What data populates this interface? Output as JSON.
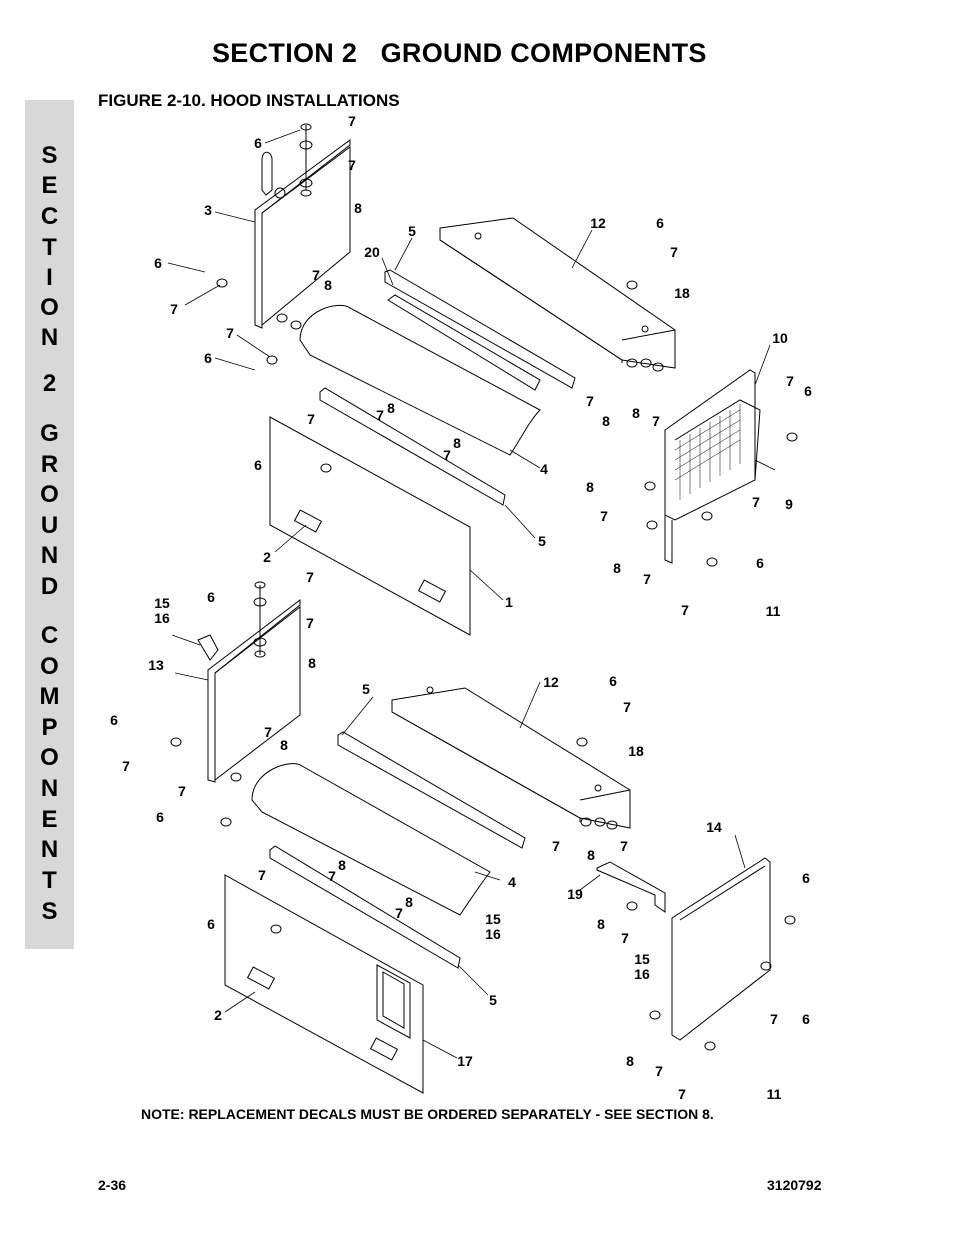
{
  "header": {
    "section_title": "SECTION 2   GROUND COMPONENTS",
    "figure_title": "FIGURE 2-10.  HOOD INSTALLATIONS"
  },
  "side_tab": {
    "letters": [
      "S",
      "E",
      "C",
      "T",
      "I",
      "O",
      "N",
      "",
      "2",
      "",
      "G",
      "R",
      "O",
      "U",
      "N",
      "D",
      "",
      "C",
      "O",
      "M",
      "P",
      "O",
      "N",
      "E",
      "N",
      "T",
      "S"
    ]
  },
  "callouts": [
    {
      "id": "c1",
      "text": "6"
    },
    {
      "id": "c2",
      "text": "7"
    },
    {
      "id": "c3",
      "text": "7"
    },
    {
      "id": "c4",
      "text": "3"
    },
    {
      "id": "c5",
      "text": "8"
    },
    {
      "id": "c6",
      "text": "6"
    },
    {
      "id": "c7",
      "text": "7"
    },
    {
      "id": "c8",
      "text": "8"
    },
    {
      "id": "c9",
      "text": "7"
    },
    {
      "id": "c10",
      "text": "20"
    },
    {
      "id": "c11",
      "text": "5"
    },
    {
      "id": "c12",
      "text": "12"
    },
    {
      "id": "c13",
      "text": "6"
    },
    {
      "id": "c14",
      "text": "7"
    },
    {
      "id": "c15",
      "text": "18"
    },
    {
      "id": "c16",
      "text": "7"
    },
    {
      "id": "c17",
      "text": "6"
    },
    {
      "id": "c18",
      "text": "8"
    },
    {
      "id": "c19",
      "text": "7"
    },
    {
      "id": "c20",
      "text": "7"
    },
    {
      "id": "c21",
      "text": "8"
    },
    {
      "id": "c22",
      "text": "7"
    },
    {
      "id": "c23",
      "text": "6"
    },
    {
      "id": "c24",
      "text": "4"
    },
    {
      "id": "c25",
      "text": "7"
    },
    {
      "id": "c26",
      "text": "8"
    },
    {
      "id": "c27",
      "text": "8"
    },
    {
      "id": "c28",
      "text": "7"
    },
    {
      "id": "c29",
      "text": "10"
    },
    {
      "id": "c30",
      "text": "7"
    },
    {
      "id": "c31",
      "text": "6"
    },
    {
      "id": "c32",
      "text": "8"
    },
    {
      "id": "c33",
      "text": "7"
    },
    {
      "id": "c34",
      "text": "9"
    },
    {
      "id": "c35",
      "text": "7"
    },
    {
      "id": "c36",
      "text": "2"
    },
    {
      "id": "c37",
      "text": "5"
    },
    {
      "id": "c38",
      "text": "8"
    },
    {
      "id": "c39",
      "text": "7"
    },
    {
      "id": "c40",
      "text": "6"
    },
    {
      "id": "c41",
      "text": "1"
    },
    {
      "id": "c42",
      "text": "7"
    },
    {
      "id": "c43",
      "text": "11"
    },
    {
      "id": "c44",
      "text": "15"
    },
    {
      "id": "c45",
      "text": "16"
    },
    {
      "id": "c46",
      "text": "6"
    },
    {
      "id": "c47",
      "text": "7"
    },
    {
      "id": "c48",
      "text": "7"
    },
    {
      "id": "c49",
      "text": "13"
    },
    {
      "id": "c50",
      "text": "8"
    },
    {
      "id": "c51",
      "text": "5"
    },
    {
      "id": "c52",
      "text": "12"
    },
    {
      "id": "c53",
      "text": "6"
    },
    {
      "id": "c54",
      "text": "7"
    },
    {
      "id": "c55",
      "text": "6"
    },
    {
      "id": "c56",
      "text": "7"
    },
    {
      "id": "c57",
      "text": "8"
    },
    {
      "id": "c58",
      "text": "7"
    },
    {
      "id": "c59",
      "text": "18"
    },
    {
      "id": "c60",
      "text": "7"
    },
    {
      "id": "c61",
      "text": "6"
    },
    {
      "id": "c62",
      "text": "7"
    },
    {
      "id": "c63",
      "text": "8"
    },
    {
      "id": "c64",
      "text": "7"
    },
    {
      "id": "c65",
      "text": "14"
    },
    {
      "id": "c66",
      "text": "7"
    },
    {
      "id": "c67",
      "text": "8"
    },
    {
      "id": "c68",
      "text": "4"
    },
    {
      "id": "c69",
      "text": "7"
    },
    {
      "id": "c70",
      "text": "6"
    },
    {
      "id": "c71",
      "text": "19"
    },
    {
      "id": "c72",
      "text": "8"
    },
    {
      "id": "c73",
      "text": "15"
    },
    {
      "id": "c74",
      "text": "16"
    },
    {
      "id": "c75",
      "text": "7"
    },
    {
      "id": "c76",
      "text": "6"
    },
    {
      "id": "c77",
      "text": "8"
    },
    {
      "id": "c78",
      "text": "7"
    },
    {
      "id": "c79",
      "text": "15"
    },
    {
      "id": "c80",
      "text": "16"
    },
    {
      "id": "c81",
      "text": "5"
    },
    {
      "id": "c82",
      "text": "2"
    },
    {
      "id": "c83",
      "text": "7"
    },
    {
      "id": "c84",
      "text": "6"
    },
    {
      "id": "c85",
      "text": "8"
    },
    {
      "id": "c86",
      "text": "17"
    },
    {
      "id": "c87",
      "text": "7"
    },
    {
      "id": "c88",
      "text": "7"
    },
    {
      "id": "c89",
      "text": "11"
    }
  ],
  "note": "NOTE: REPLACEMENT DECALS MUST BE ORDERED SEPARATELY - SEE SECTION 8.",
  "footer": {
    "page_number": "2-36",
    "document_number": "3120792"
  }
}
